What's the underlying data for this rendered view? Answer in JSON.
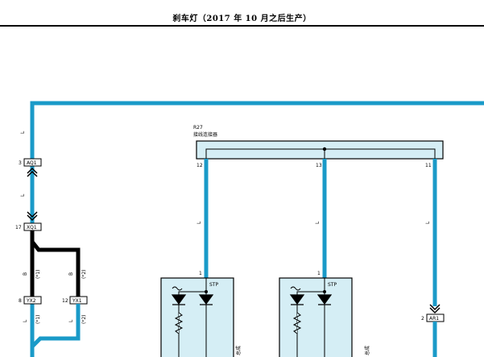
{
  "title": "刹车灯（2017 年 10 月之后生产）",
  "connectors": {
    "aq1": "AQ1",
    "xq1": "XQ1",
    "yx2": "YX2",
    "yx1": "YX1",
    "ar1": "AR1"
  },
  "pins": {
    "aq1": "3",
    "xq1": "17",
    "yx2": "8",
    "yx1": "12",
    "ar1": "2",
    "r27_a": "12",
    "r27_b": "13",
    "r27_c": "11",
    "lamp1": "1",
    "lamp2": "1"
  },
  "wire_colors": {
    "l": "L",
    "b": "B"
  },
  "notes": {
    "n1": "(*1)",
    "n2": "(*2)"
  },
  "junction": {
    "ref": "R27",
    "name": "接线连接器"
  },
  "lamps": {
    "stp1": "STP",
    "stp2": "STP",
    "label1": "总成",
    "label2": "总成"
  },
  "colors": {
    "wire_blue": "#1a9ac8",
    "wire_black": "#000000",
    "panel_fill": "#d5eef5"
  }
}
